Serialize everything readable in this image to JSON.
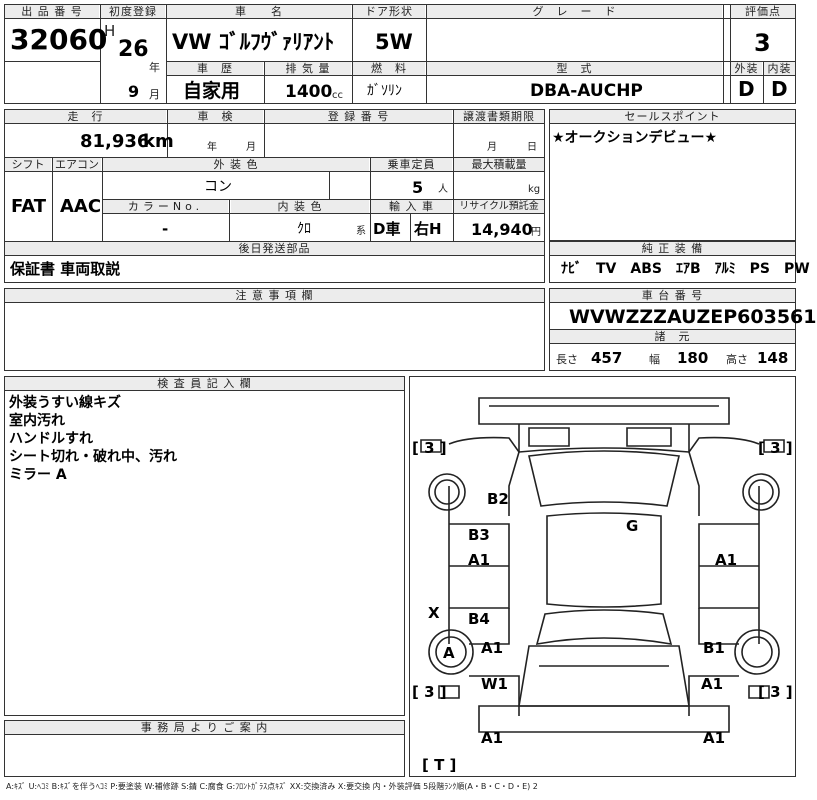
{
  "header": {
    "lot_label": "出 品 番 号",
    "lot_number": "32060",
    "first_reg_label": "初度登録",
    "era": "H",
    "reg_year": "26",
    "year_unit": "年",
    "reg_month": "9",
    "month_unit": "月",
    "car_name_label": "車　　名",
    "car_name": "VW ｺﾞﾙﾌｳﾞｧﾘｱﾝﾄ",
    "door_label": "ドア形状",
    "door": "5W",
    "grade_label": "グ　レ　ー　ド",
    "grade": "",
    "score_label": "評価点",
    "score": "3",
    "history_label": "車　歴",
    "history": "自家用",
    "displacement_label": "排 気 量",
    "displacement": "1400",
    "displacement_unit": "cc",
    "fuel_label": "燃　料",
    "fuel": "ｶﾞｿﾘﾝ",
    "model_label": "型　式",
    "model": "DBA-AUCHP",
    "exterior_label": "外装",
    "exterior": "D",
    "interior_label": "内装",
    "interior": "D"
  },
  "row2": {
    "mileage_label": "走　行",
    "mileage": "81,936",
    "mileage_unit": "km",
    "inspection_label": "車　検",
    "insp_year_unit": "年",
    "insp_month_unit": "月",
    "registration_label": "登 録 番 号",
    "transfer_label": "譲渡書類期限",
    "transfer_month_unit": "月",
    "transfer_day_unit": "日",
    "shift_label": "シフト",
    "shift": "FAT",
    "aircon_label": "エアコン",
    "aircon": "AAC",
    "color_label": "外 装 色",
    "color": "コン",
    "capacity_label": "乗車定員",
    "capacity": "5",
    "capacity_unit": "人",
    "load_label": "最大積載量",
    "load_unit": "kg",
    "color_no_label": "カラーNo.",
    "color_no": "-",
    "int_color_label": "内 装 色",
    "int_color": "ｸﾛ",
    "int_color_unit": "系",
    "import_label": "輸 入 車",
    "import_d": "D車",
    "import_side": "右H",
    "recycle_label": "リサイクル預託金",
    "recycle": "14,940",
    "recycle_unit": "円",
    "later_parts_label": "後日発送部品",
    "later_parts": "保証書 車両取説"
  },
  "sales": {
    "label": "セールスポイント",
    "text": "★オークションデビュー★"
  },
  "equipment": {
    "label": "純 正 装 備",
    "items": "ﾅﾋﾞ　TV　ABS　ｴｱB　ｱﾙﾐ　PS　PW"
  },
  "caution": {
    "label": "注 意 事 項 欄"
  },
  "chassis": {
    "label": "車 台 番 号",
    "vin": "WVWZZZAUZEP603561",
    "dims_label": "諸　元",
    "length_label": "長さ",
    "length": "457",
    "width_label": "幅",
    "width": "180",
    "height_label": "高さ",
    "height": "148"
  },
  "inspector": {
    "label": "検 査 員 記 入 欄",
    "lines": [
      "外装うすい線キズ",
      "室内汚れ",
      "ハンドルすれ",
      "シート切れ・破れ中、汚れ",
      "ミラー A"
    ]
  },
  "office": {
    "label": "事 務 局 よ り ご 案 内"
  },
  "diagram": {
    "tl": "[ 3 ]",
    "tr": "[ 3 ]",
    "bl": "[ 3 ]",
    "br": "[ 3 ]",
    "bottom": "[ T ]",
    "marks": [
      "B2",
      "G",
      "B3",
      "A1",
      "A1",
      "X",
      "B4",
      "A",
      "A1",
      "B1",
      "W1",
      "A1",
      "A1",
      "A1"
    ]
  },
  "legend": "A:ｷｽﾞ U:ﾍｺﾐ B:ｷｽﾞを伴うﾍｺﾐ P:要塗装 W:補修跡 S:錆 C:腐食 G:ﾌﾛﾝﾄｶﾞﾗｽ点ｷｽﾞ XX:交換済み X:要交換 内・外装評価 5段階ﾗﾝｸ順(A・B・C・D・E) 2"
}
